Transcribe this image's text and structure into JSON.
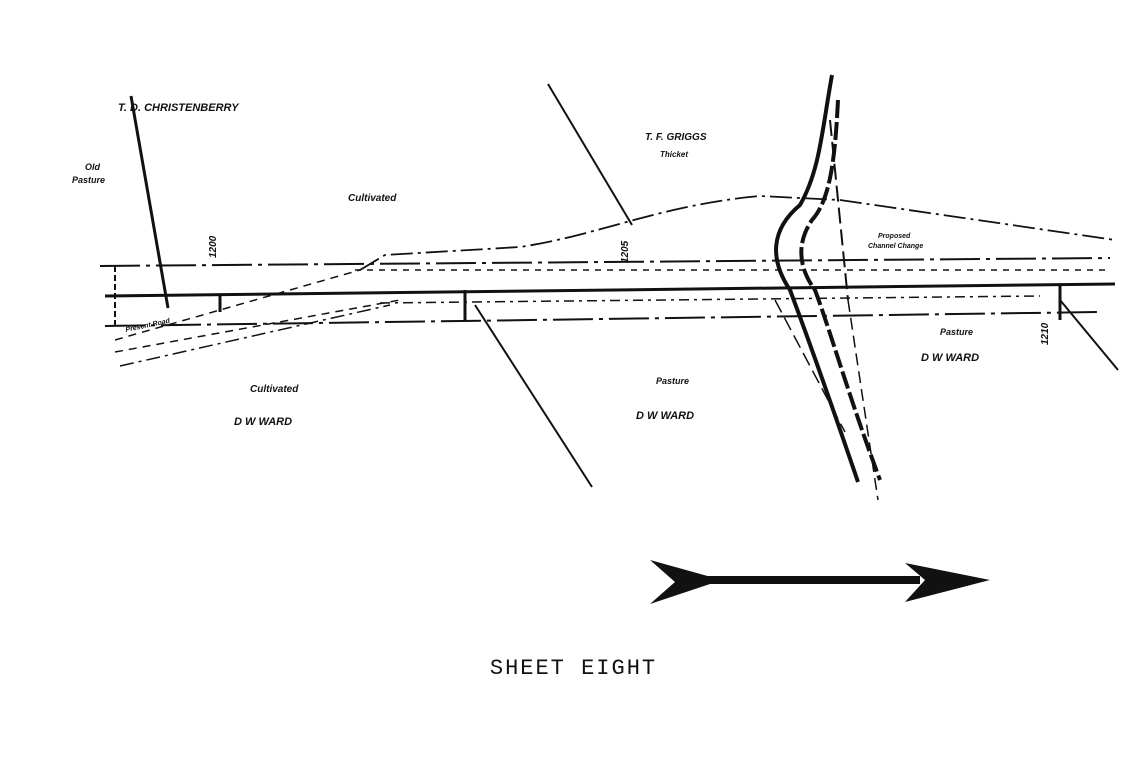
{
  "map": {
    "owners": {
      "christenberry": "T. D. CHRISTENBERRY",
      "griggs": "T. F. GRIGGS",
      "ward_left": "D W WARD",
      "ward_center": "D W WARD",
      "ward_right": "D W WARD"
    },
    "land_use": {
      "old_pasture_1": "Old",
      "old_pasture_2": "Pasture",
      "cultivated_top": "Cultivated",
      "thicket": "Thicket",
      "cultivated_bottom": "Cultivated",
      "pasture_center": "Pasture",
      "pasture_right": "Pasture"
    },
    "annotations": {
      "present_road": "Present Road",
      "proposed_1": "Proposed",
      "proposed_2": "Channel Change",
      "station_1200": "1200",
      "station_1205": "1205",
      "station_1210": "1210"
    },
    "north_arrow": "direction-arrow"
  },
  "footer": {
    "sheet_title": "SHEET EIGHT"
  }
}
